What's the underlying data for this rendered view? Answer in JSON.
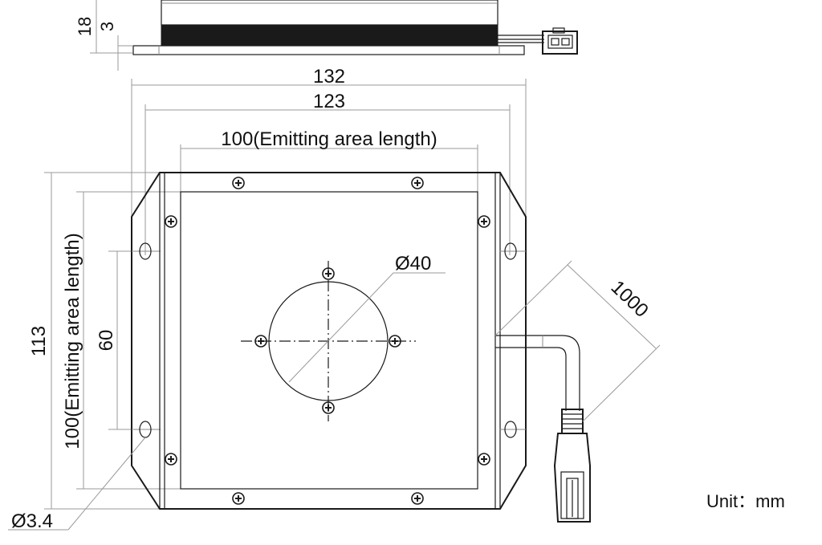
{
  "dimensions": {
    "total_height": "18",
    "base_thickness": "3",
    "outer_width": "132",
    "mount_width": "123",
    "emitting_length_horizontal": "100(Emitting area length)",
    "outer_height": "113",
    "emitting_length_vertical": "100(Emitting area length)",
    "hole_spacing": "60",
    "center_hole_diameter": "Ø40",
    "cable_length": "1000",
    "mount_hole_diameter": "Ø3.4"
  },
  "unit_note": "Unit：mm"
}
